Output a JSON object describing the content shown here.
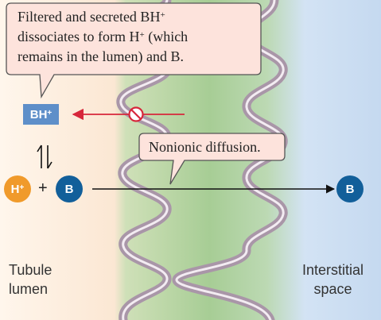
{
  "callouts": {
    "filtered_line1": "Filtered and secreted BH",
    "filtered_line1_sup": "+",
    "filtered_line2_a": "dissociates to form H",
    "filtered_line2_sup": "+",
    "filtered_line2_b": " (which",
    "filtered_line3": "remains in the lumen) and B.",
    "nonionic": "Nonionic diffusion."
  },
  "molecules": {
    "bh_base": "BH",
    "bh_sup": "+",
    "h_base": "H",
    "h_sup": "+",
    "b_left": "B",
    "b_right": "B",
    "plus": "+"
  },
  "regions": {
    "lumen_line1": "Tubule",
    "lumen_line2": "lumen",
    "space_line1": "Interstitial",
    "space_line2": "space"
  },
  "colors": {
    "lumen_bg": "#fdf1e5",
    "cell_green": "#9fc98d",
    "interstitial_blue": "#c9dcf2",
    "membrane": "#a996a8",
    "callout_fill": "#fde3dc",
    "blocked_arrow": "#d7273b",
    "bh_box": "#5e8fc9",
    "h_ion": "#f09a2b",
    "b_molecule": "#125f9a"
  },
  "icons": {
    "blocked": "no-entry-icon",
    "equilibrium": "equilibrium-arrows-icon"
  }
}
